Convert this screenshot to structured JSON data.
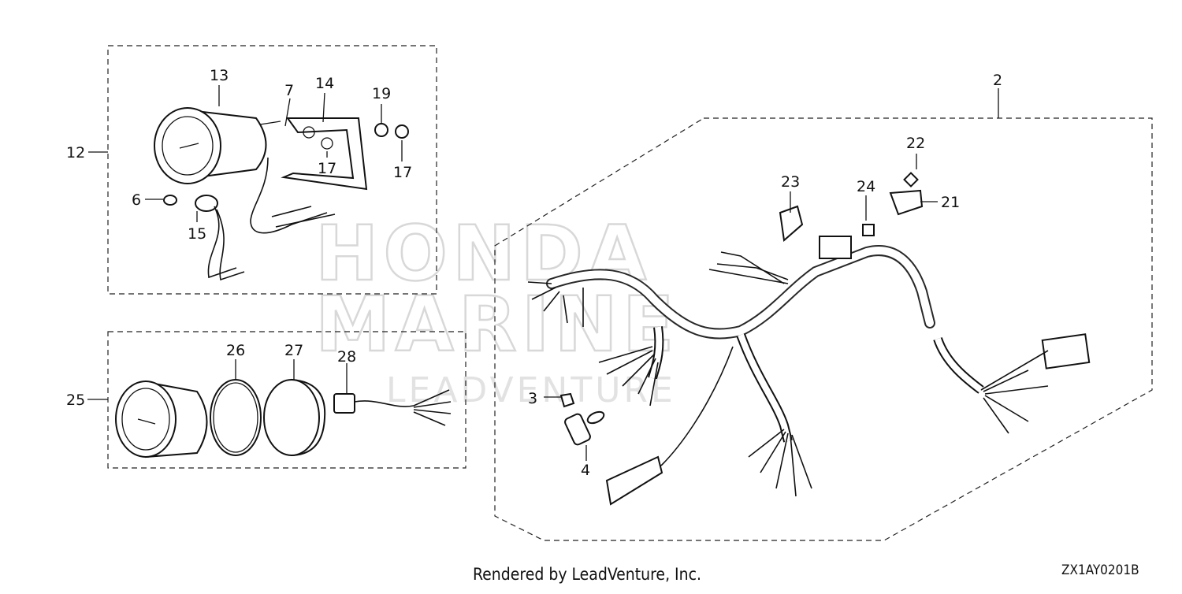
{
  "watermark": {
    "line1": "HONDA",
    "line2": "MARINE",
    "line3": "LEADVENTURE"
  },
  "callouts": {
    "c2": "2",
    "c3": "3",
    "c4": "4",
    "c6": "6",
    "c7": "7",
    "c12": "12",
    "c13": "13",
    "c14": "14",
    "c15": "15",
    "c17a": "17",
    "c17b": "17",
    "c19": "19",
    "c21": "21",
    "c22": "22",
    "c23": "23",
    "c24": "24",
    "c25": "25",
    "c26": "26",
    "c27": "27",
    "c28": "28"
  },
  "footer": {
    "credit": "Rendered by LeadVenture, Inc.",
    "code": "ZX1AY0201B"
  }
}
